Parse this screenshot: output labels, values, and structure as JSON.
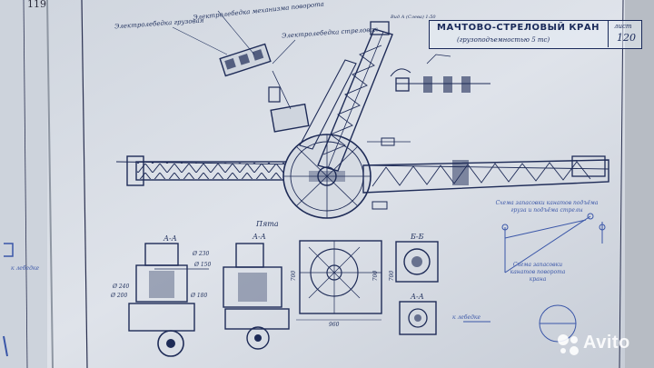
{
  "page_number": "119",
  "title_block": {
    "title": "МАЧТОВО-СТРЕЛОВЫЙ КРАН",
    "subtitle": "(грузоподъемностью 5 тс)",
    "sheet_label": "лист",
    "sheet_number": "120"
  },
  "callouts": {
    "winch_rotation": "Электролебедка механизма поворота",
    "winch_cargo": "Электролебедка грузовая",
    "winch_boom": "Электролебедка стреловая",
    "scale_note": "Вид А (Слева) 1:50"
  },
  "sections": {
    "heel": "Пята",
    "aa_1": "А-А",
    "aa_2": "А-А",
    "bb": "Б-Б",
    "aa_3": "А-А"
  },
  "dimensions": {
    "d1": "Ø 230",
    "d2": "Ø 150",
    "d3": "Ø 240",
    "d4": "Ø 200",
    "d5": "Ø 180",
    "width_960": "960",
    "height_700": "700",
    "height_700b": "700",
    "width_700": "700"
  },
  "notes": {
    "hoist_scheme": "Схема запасовки канатов подъёма груза и подъёма стрелы",
    "rotation_scheme": "Схема запасовки канатов поворота крана",
    "to_winch_1": "к лебедке",
    "to_winch_2": "к лебедке"
  },
  "watermark": {
    "brand": "Avito"
  }
}
